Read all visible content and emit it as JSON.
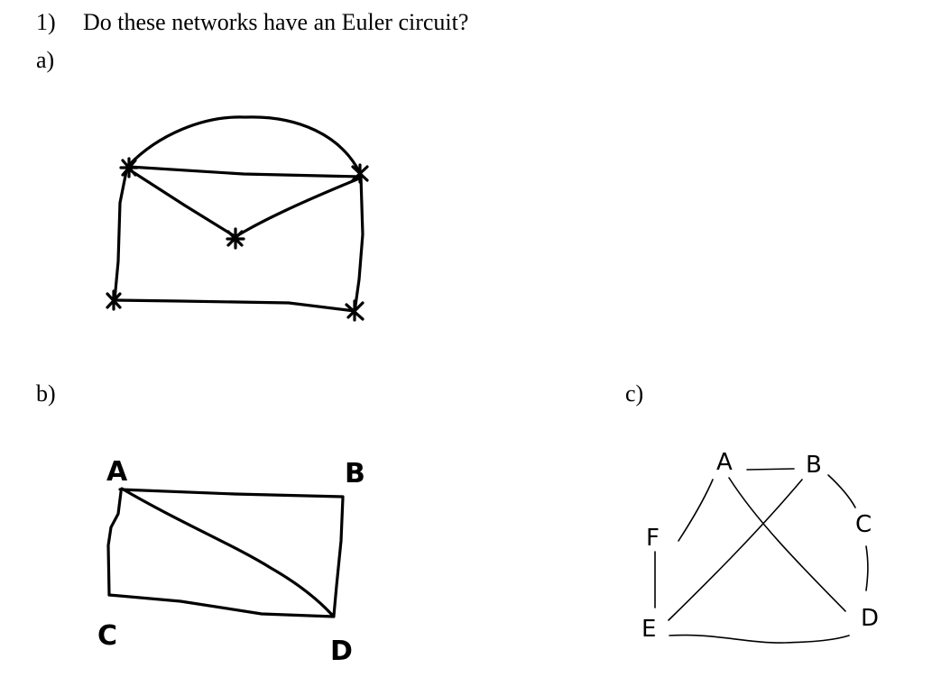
{
  "question": {
    "number": "1)",
    "text": "Do these networks have an Euler circuit?"
  },
  "parts": {
    "a": {
      "label": "a)"
    },
    "b": {
      "label": "b)",
      "vertices": [
        "A",
        "B",
        "C",
        "D"
      ]
    },
    "c": {
      "label": "c)",
      "vertices": [
        "A",
        "B",
        "C",
        "D",
        "E",
        "F"
      ]
    }
  }
}
